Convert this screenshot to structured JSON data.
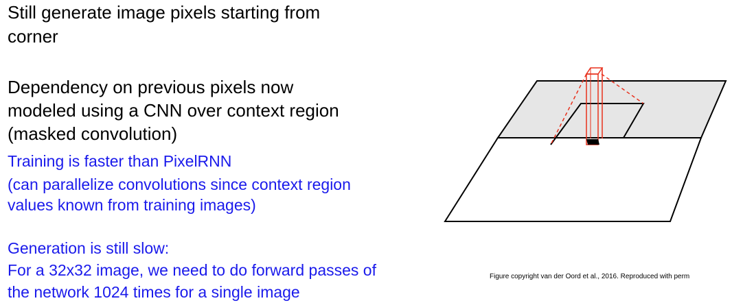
{
  "text": {
    "line1": "Still generate image pixels starting from",
    "line2": "corner",
    "line3": "Dependency on previous pixels now",
    "line4": "modeled using a CNN over context region",
    "line5": "(masked convolution)",
    "blue1": "Training is faster than PixelRNN",
    "blue2": "(can parallelize convolutions since context region",
    "blue3": "values known from training images)",
    "blue4": "Generation is still slow:",
    "blue5": "For a 32x32 image, we need to do forward passes of",
    "blue6": "the network 1024 times for a single image"
  },
  "figure": {
    "credit": "Figure copyright van der Oord et al., 2016. Reproduced with perm"
  },
  "colors": {
    "text": "#000000",
    "accent_text": "#1a1aeb",
    "context_fill": "#e6e6e6",
    "kernel_stroke": "#e8301c"
  }
}
